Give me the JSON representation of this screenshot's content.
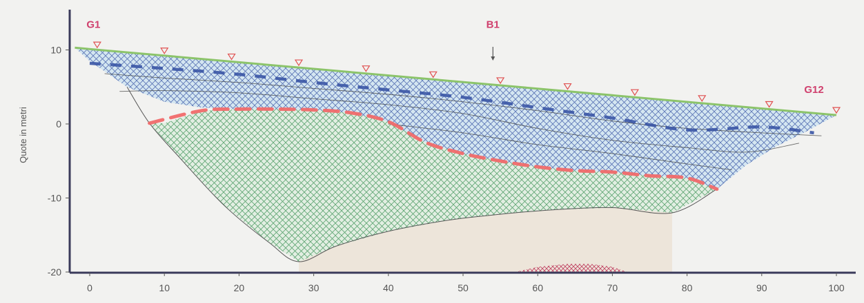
{
  "chart_data": {
    "type": "area",
    "ylabel": "Quote in metri",
    "xlabel": "",
    "xlim": [
      -3,
      103
    ],
    "ylim": [
      -20,
      15
    ],
    "x_ticks": [
      0,
      10,
      20,
      30,
      40,
      50,
      60,
      70,
      80,
      90,
      100
    ],
    "y_ticks": [
      10,
      0,
      -10,
      -20
    ],
    "colors": {
      "ground": "#8cc46a",
      "water_table": "#3a55a5",
      "red_line": "#f06a6a",
      "upper_hatch": "#3a55a5",
      "lower_hatch": "#2f8a4a",
      "upper_fill": "#c9e2f2",
      "lower_fill": "#dcecdc",
      "marker": "#e05050",
      "label": "#d0406e"
    },
    "ground_surface": {
      "x": [
        -2,
        100
      ],
      "y": [
        10.3,
        1.2
      ]
    },
    "markers_x": [
      1,
      10,
      19,
      28,
      37,
      46,
      55,
      64,
      73,
      82,
      91,
      100
    ],
    "well_labels": [
      {
        "text": "G1",
        "x": 0.5,
        "y": 13.0
      },
      {
        "text": "B1",
        "x": 54,
        "y": 13.0
      },
      {
        "text": "G12",
        "x": 97,
        "y": 4.2
      }
    ],
    "b1_arrow_x": 54,
    "water_table": {
      "x": [
        0,
        10,
        20,
        30,
        40,
        50,
        60,
        70,
        80,
        90,
        97
      ],
      "y": [
        8.2,
        7.5,
        6.7,
        5.6,
        4.6,
        3.6,
        2.2,
        0.8,
        -0.8,
        -0.4,
        -1.2
      ]
    },
    "red_boundary": {
      "x": [
        8,
        15,
        20,
        25,
        30,
        35,
        40,
        45,
        50,
        55,
        60,
        65,
        70,
        75,
        80,
        84
      ],
      "y": [
        0.1,
        1.8,
        2.0,
        2.0,
        1.9,
        1.5,
        0.3,
        -2.5,
        -4.0,
        -5.0,
        -5.8,
        -6.3,
        -6.5,
        -7.0,
        -7.3,
        -8.8
      ]
    },
    "upper_body": {
      "top_x": [
        -2,
        100
      ],
      "top_y": [
        10.3,
        1.2
      ],
      "bottom_x": [
        -2,
        0,
        5,
        10,
        15,
        20,
        25,
        30,
        35,
        40,
        45,
        50,
        55,
        60,
        65,
        70,
        75,
        80,
        84,
        88,
        92,
        96,
        100
      ],
      "bottom_y": [
        10.3,
        8.5,
        5.0,
        3.0,
        2.2,
        2.0,
        2.0,
        1.9,
        1.5,
        0.3,
        -2.5,
        -4.0,
        -5.0,
        -5.8,
        -6.3,
        -6.5,
        -7.0,
        -7.3,
        -8.8,
        -5.5,
        -3.0,
        -1.0,
        1.2
      ]
    },
    "lower_body": {
      "x": [
        5,
        8,
        12,
        18,
        24,
        28,
        33,
        40,
        48,
        55,
        62,
        70,
        78,
        84,
        84,
        80,
        75,
        70,
        65,
        60,
        55,
        50,
        45,
        40,
        35,
        30,
        25,
        20,
        15,
        10,
        8
      ],
      "y": [
        5.0,
        0.1,
        -4.5,
        -11.0,
        -16.0,
        -18.6,
        -16.5,
        -14.5,
        -13.0,
        -12.2,
        -11.6,
        -11.3,
        -12.0,
        -8.8,
        -8.8,
        -7.3,
        -7.0,
        -6.5,
        -6.3,
        -5.8,
        -5.0,
        -4.0,
        -2.5,
        0.3,
        1.5,
        1.9,
        2.0,
        2.0,
        1.8,
        0.1,
        0.1
      ]
    },
    "bottom_lobe": {
      "x": [
        57,
        60,
        64,
        67,
        70,
        72
      ],
      "y": [
        -20,
        -19.3,
        -18.9,
        -18.9,
        -19.3,
        -20
      ]
    },
    "inner_lines": [
      {
        "x": [
          2,
          10,
          20,
          30,
          40,
          50,
          60,
          70,
          80,
          90,
          98
        ],
        "y": [
          6.8,
          6.2,
          5.6,
          4.8,
          4.0,
          3.0,
          1.8,
          0.4,
          -0.6,
          -1.2,
          -1.6
        ]
      },
      {
        "x": [
          4,
          10,
          20,
          30,
          40,
          50,
          60,
          70,
          80,
          88,
          95
        ],
        "y": [
          4.4,
          4.5,
          4.2,
          3.4,
          2.6,
          1.4,
          -0.6,
          -2.2,
          -3.2,
          -3.8,
          -2.6
        ]
      },
      {
        "x": [
          40,
          50,
          60,
          70,
          80,
          86
        ],
        "y": [
          0.0,
          -1.2,
          -2.8,
          -4.0,
          -5.4,
          -6.2
        ]
      }
    ]
  }
}
